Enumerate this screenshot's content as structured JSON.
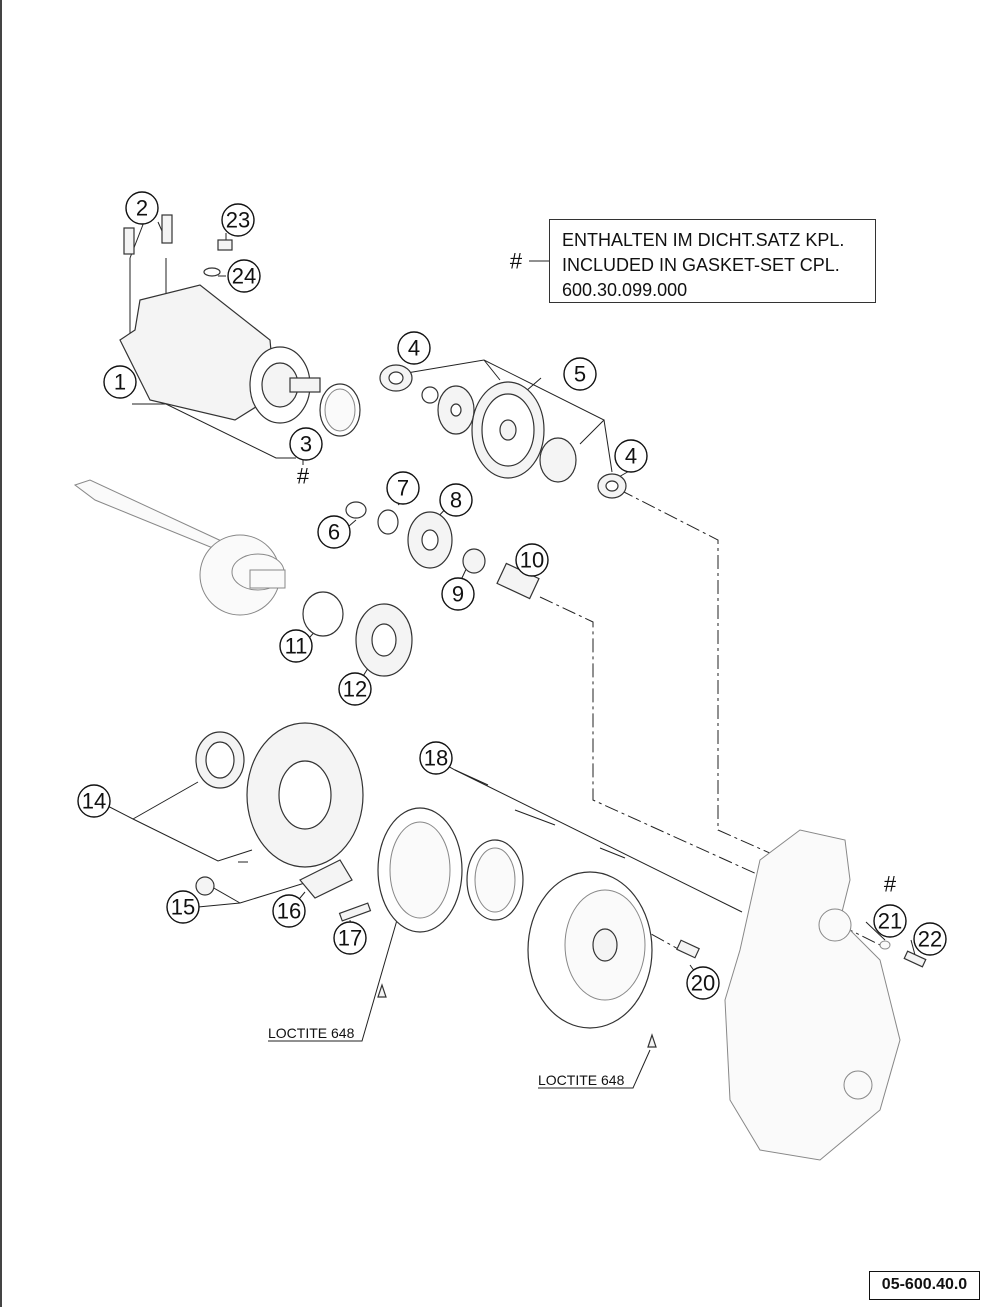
{
  "note": {
    "symbol": "#",
    "lines": [
      "ENTHALTEN IM DICHT.SATZ KPL.",
      "INCLUDED IN GASKET-SET CPL.",
      "600.30.099.000"
    ]
  },
  "reference_number": "05-600.40.0",
  "callouts": [
    "1",
    "2",
    "3",
    "4",
    "4",
    "5",
    "6",
    "7",
    "8",
    "9",
    "10",
    "11",
    "12",
    "14",
    "15",
    "16",
    "17",
    "18",
    "20",
    "21",
    "22",
    "23",
    "24"
  ],
  "markers": [
    "#",
    "#"
  ],
  "adhesive_labels": [
    "LOCTITE 648",
    "LOCTITE 648"
  ]
}
